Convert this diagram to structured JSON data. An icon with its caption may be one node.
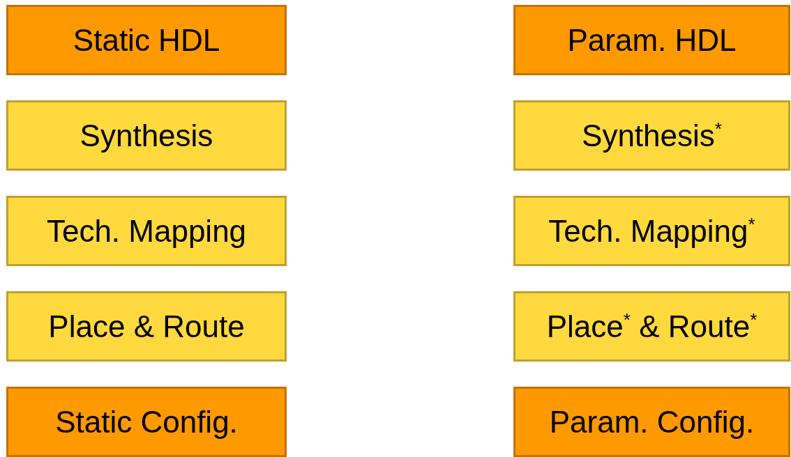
{
  "diagram": {
    "nodes": [
      {
        "text": [
          "Static HDL"
        ]
      },
      {
        "text": [
          "Param. HDL"
        ]
      },
      {
        "text": [
          "Synthesis"
        ]
      },
      {
        "text": [
          "Synthesis$^{*}$"
        ]
      },
      {
        "text": [
          "Tech. Mapping"
        ]
      },
      {
        "text": [
          "Tech. Mapping$^{*}$"
        ]
      },
      {
        "text": [
          "Place & Route"
        ]
      },
      {
        "text": [
          "Place$^{*}$ & Route$^{*}$"
        ]
      },
      {
        "text": [
          "Static Config."
        ]
      },
      {
        "text": [
          "Param. Config."
        ]
      }
    ]
  }
}
